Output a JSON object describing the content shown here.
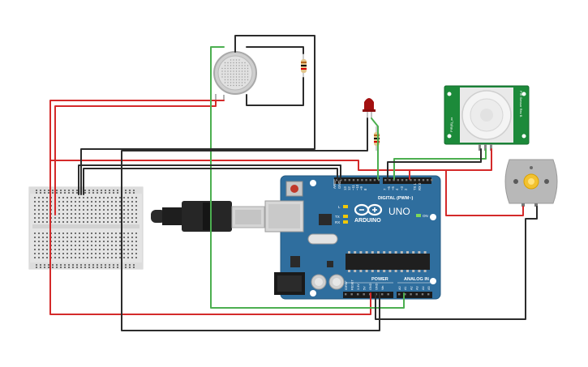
{
  "arduino": {
    "brand": "ARDUINO",
    "model": "UNO",
    "digital_label": "DIGITAL (PWM~)",
    "aref_label": "AREF",
    "gnd_label": "GND",
    "pin_labels_top": [
      "13",
      "12",
      "~11",
      "~10",
      "~9",
      "8",
      "7",
      "~6",
      "~5",
      "4",
      "~3",
      "2",
      "TX 1",
      "RX 0"
    ],
    "led_l": "L",
    "led_tx": "TX",
    "led_rx": "RX",
    "on_label": "ON",
    "power_label": "POWER",
    "analog_label": "ANALOG IN",
    "power_pins": [
      "IOREF",
      "RESET",
      "3.3V",
      "5V",
      "GND",
      "GND",
      "Vin"
    ],
    "analog_pins": [
      "A0",
      "A1",
      "A2",
      "A3",
      "A4",
      "A5"
    ]
  },
  "pir": {
    "left_text": "PIR(B)_xx",
    "right_text": "PIR Sensor Rev B"
  },
  "colors": {
    "board_blue": "#2f6e9e",
    "wire_red": "#d42a2a",
    "wire_black": "#2c2c2c",
    "wire_green": "#4caf50",
    "pcb_green": "#1c8a3a"
  },
  "icons": {
    "usb": "usb-cable-icon",
    "motor": "dc-motor-icon",
    "gas": "gas-sensor-icon",
    "led": "red-led-icon",
    "resistor": "resistor-icon"
  }
}
